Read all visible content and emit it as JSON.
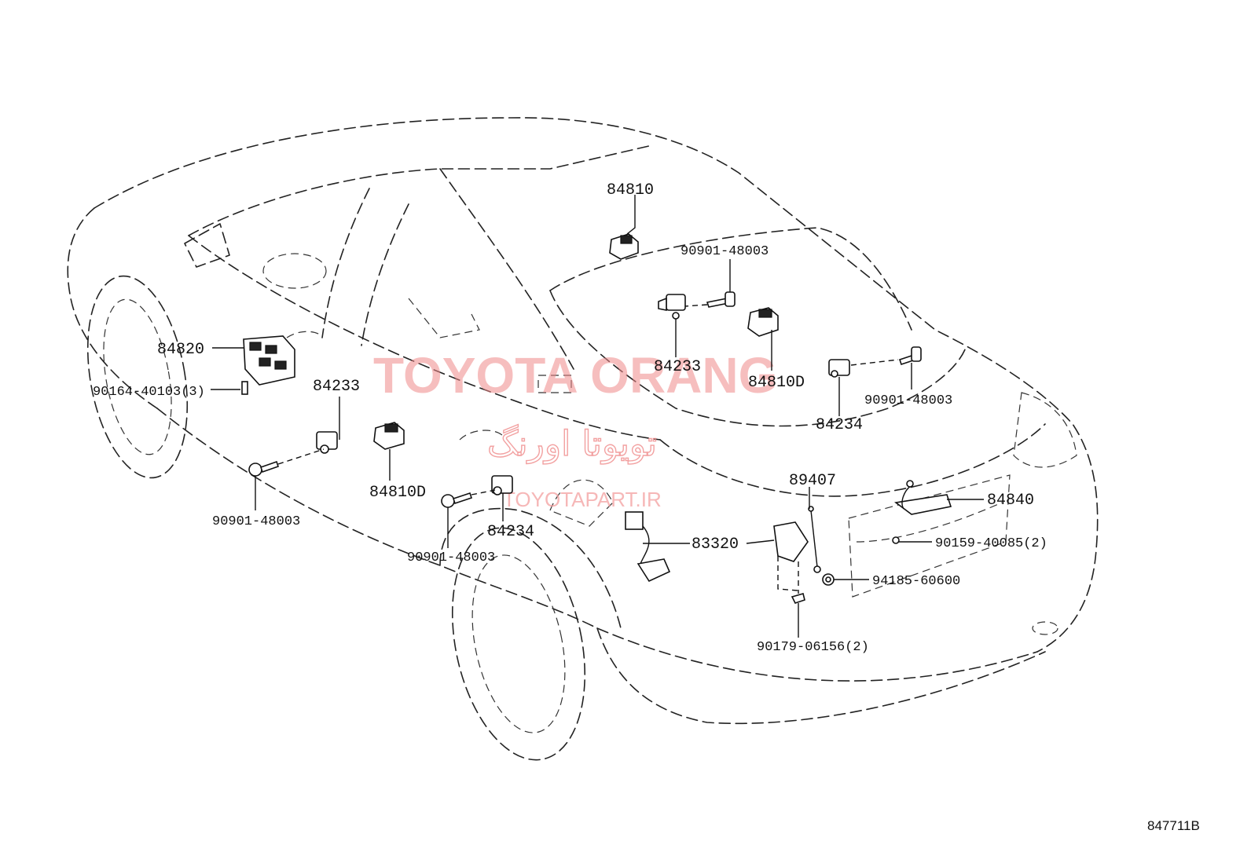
{
  "diagram": {
    "ref_code": "847711B",
    "watermark": {
      "brand": "TOYOTA ORANG",
      "brand_fa": "تویوتا اورنگ",
      "site": "TOYOTAPART.IR"
    },
    "callouts": [
      {
        "id": "c1",
        "text": "84810"
      },
      {
        "id": "c2",
        "text": "90901-48003"
      },
      {
        "id": "c3",
        "text": "84820"
      },
      {
        "id": "c4",
        "text": "84233"
      },
      {
        "id": "c5",
        "text": "84810D"
      },
      {
        "id": "c6",
        "text": "90164-40103(3)"
      },
      {
        "id": "c7",
        "text": "84233"
      },
      {
        "id": "c8",
        "text": "84234"
      },
      {
        "id": "c9",
        "text": "90901-48003"
      },
      {
        "id": "c10",
        "text": "84810D"
      },
      {
        "id": "c11",
        "text": "90901-48003"
      },
      {
        "id": "c12",
        "text": "84234"
      },
      {
        "id": "c13",
        "text": "90901-48003"
      },
      {
        "id": "c14",
        "text": "89407"
      },
      {
        "id": "c15",
        "text": "84840"
      },
      {
        "id": "c16",
        "text": "83320"
      },
      {
        "id": "c17",
        "text": "90159-40085(2)"
      },
      {
        "id": "c18",
        "text": "94185-60600"
      },
      {
        "id": "c19",
        "text": "90179-06156(2)"
      }
    ]
  }
}
